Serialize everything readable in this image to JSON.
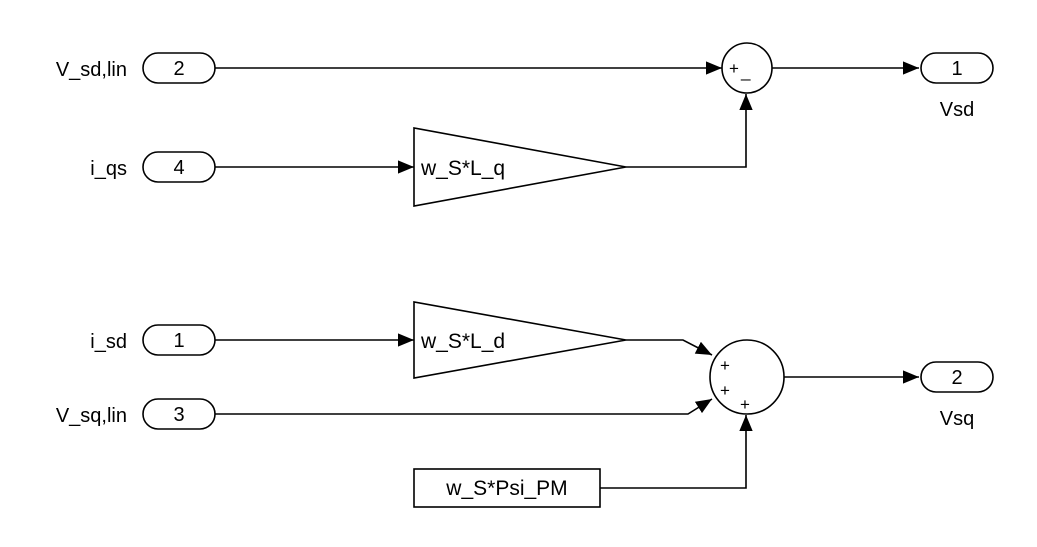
{
  "inports": [
    {
      "number": "2",
      "signal": "V_sd,lin"
    },
    {
      "number": "4",
      "signal": "i_qs"
    },
    {
      "number": "1",
      "signal": "i_sd"
    },
    {
      "number": "3",
      "signal": "V_sq,lin"
    }
  ],
  "outports": [
    {
      "number": "1",
      "name": "Vsd"
    },
    {
      "number": "2",
      "name": "Vsq"
    }
  ],
  "gains": [
    {
      "label": "w_S*L_q"
    },
    {
      "label": "w_S*L_d"
    }
  ],
  "constant": {
    "label": "w_S*Psi_PM"
  },
  "sums": [
    {
      "signs": [
        "+",
        "_"
      ]
    },
    {
      "signs": [
        "+",
        "+",
        "+"
      ]
    }
  ]
}
